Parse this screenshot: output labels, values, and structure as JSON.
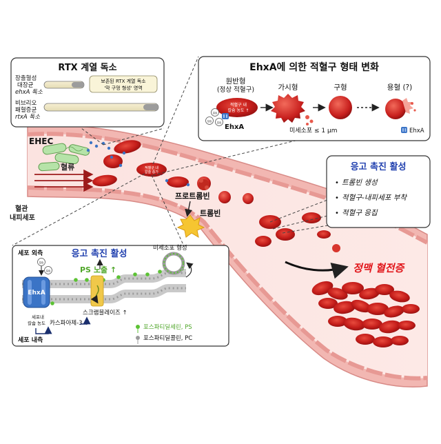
{
  "rtx_panel": {
    "title": "RTX 계열 독소",
    "ehec_label": [
      "장출혈성",
      "대장균",
      "ehxA 독소"
    ],
    "vibrio_label": [
      "비브리오",
      "패혈증균",
      "rtxA 독소"
    ],
    "region_label": [
      "보존된 RTX 계열 독소",
      "'막 구멍 형성' 영역"
    ]
  },
  "morph_panel": {
    "title": "EhxA에 의한 적혈구 형태 변화",
    "stages": [
      "원반형",
      "가시형",
      "구형",
      "용혈 (?)"
    ],
    "stage0_sub": "(정상 적혈구)",
    "rbc_inner": [
      "적혈구 내",
      "칼슘 농도 ↑"
    ],
    "ca_label": "칼슘",
    "ehxa_label": "EhxA",
    "microvesicle_label": "미세소포 ≤ 1 μm",
    "legend_label": "EhxA"
  },
  "vessel": {
    "ehec_label": "EHEC",
    "flow_label": "혈류",
    "endothelium_label": [
      "혈관",
      "내피세포"
    ],
    "rbc_small_label": [
      "적혈구 내",
      "칼슘 증가"
    ],
    "prothrombin_label": "프로트롬빈",
    "thrombin_label": "트롬빈",
    "thrombosis_label": "정맥 혈전증"
  },
  "coag_panel": {
    "title": "응고 촉진 활성",
    "items": [
      "트롬빈 생성",
      "적혈구-내피세포 부착",
      "적혈구 응집"
    ]
  },
  "membrane_panel": {
    "outside_label": "세포 외측",
    "inside_label": "세포 내측",
    "title": "응고 촉진 활성",
    "ps_exposure": "PS 노출 ↑",
    "ehxa_label": "EhxA",
    "ca_label": "칼슘",
    "ca_conc_label": [
      "세포내",
      "칼슘 농도"
    ],
    "scramblase_label": "스크램블레이즈 ↑",
    "caspase_label": "카스파아제-3 ↑",
    "microvesicle_label": "미세소포 형성",
    "legend_ps": "포스파티딜세린, PS",
    "legend_pc": "포스파티딜콜린, PC"
  },
  "colors": {
    "vessel_wall": "#f2b7b2",
    "rbc": "#c8201e",
    "ps_green": "#5cc234",
    "ehxa_blue": "#3b74c6",
    "panel_border": "#333333",
    "coag_title": "#1f3fae",
    "thrombosis_red": "#e1161b"
  }
}
